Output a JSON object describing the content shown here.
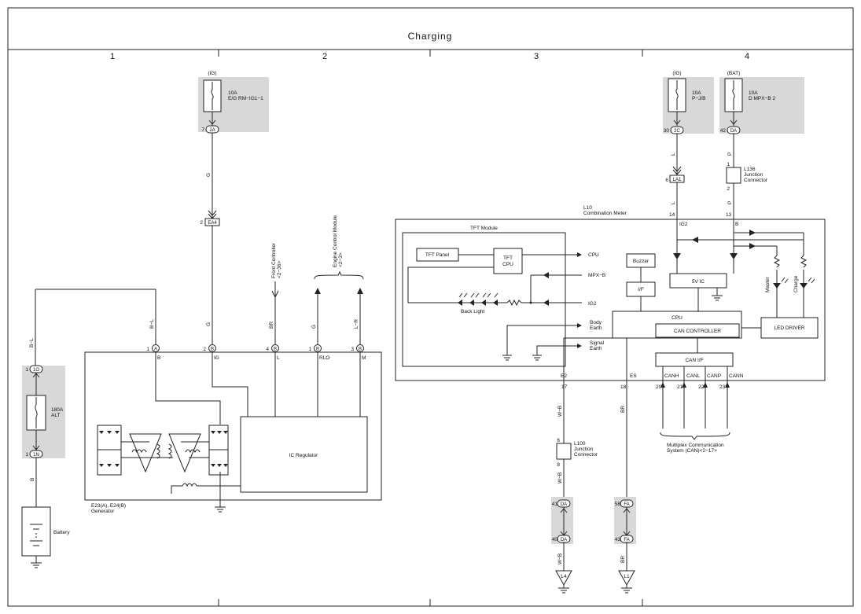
{
  "title": "Charging",
  "zones": [
    "1",
    "2",
    "3",
    "4"
  ],
  "fuses": {
    "ig1": {
      "src": "(IG)",
      "amp": "10A",
      "name": "E/G RM−IG1−1",
      "pin": "7",
      "conn": "2A"
    },
    "ig2": {
      "src": "(IG)",
      "amp": "10A",
      "name": "P−J/B",
      "pin": "30",
      "conn": "2C"
    },
    "bat": {
      "src": "(BAT)",
      "amp": "10A",
      "name": "D MPX−B 2",
      "pin": "42",
      "conn": "DA"
    },
    "alt": {
      "amp": "180A",
      "name": "ALT",
      "pin_top": "1",
      "conn_top": "1O",
      "pin_bot": "1",
      "conn_bot": "1N"
    }
  },
  "wires": {
    "g1": "G",
    "g2": "G",
    "bl1": "B−L",
    "bl2": "B−L",
    "br": "BR",
    "g3": "G",
    "lr": "L−R",
    "b": "B",
    "l1": "L",
    "l2": "L",
    "p1": "P",
    "p2": "P",
    "wb1": "W−B",
    "wb2": "W−B",
    "wb3": "W−B",
    "br2": "BR",
    "br3": "BR"
  },
  "ea4": {
    "pin": "2",
    "conn": "EA4"
  },
  "la1": {
    "pin": "6",
    "conn": "LA1"
  },
  "l136": {
    "pin_top": "1",
    "pin_bot": "2",
    "label": "L136",
    "sub1": "Junction",
    "sub2": "Connector"
  },
  "l100": {
    "pin_top": "6",
    "pin_bot": "8",
    "label": "L100",
    "sub1": "Junction",
    "sub2": "Connector"
  },
  "fc_label": "Front Controller",
  "fc_ref": "<2−36>",
  "ecm_label": "Engine Control Module",
  "ecm_ref": "<2−3>",
  "generator": {
    "pins": [
      {
        "n": "1",
        "c": "A",
        "lbl": "B"
      },
      {
        "n": "2",
        "c": "B",
        "lbl": "IG"
      },
      {
        "n": "4",
        "c": "B",
        "lbl": "L"
      },
      {
        "n": "1",
        "c": "B",
        "lbl": "RLO"
      },
      {
        "n": "3",
        "c": "B",
        "lbl": "M"
      }
    ],
    "regulator": "IC Regulator",
    "name1": "E23(A), E24(B)",
    "name2": "Generator"
  },
  "battery": "Battery",
  "meter": {
    "id": "L10",
    "name": "Combination Meter",
    "pin_ig2": "14",
    "pin_b": "13",
    "lbl_ig2": "IG2",
    "lbl_b": "B",
    "tft_module": "TFT Module",
    "tft_panel": "TFT Panel",
    "tft_cpu1": "TFT",
    "tft_cpu2": "CPU",
    "cpu_out": "CPU",
    "mpxb": "MPX−B",
    "ig2_in": "IG2",
    "backlight": "Back Light",
    "body_earth1": "Body",
    "body_earth2": "Earth",
    "signal_earth1": "Signal",
    "signal_earth2": "Earth",
    "buzzer": "Buzzer",
    "if": "I/F",
    "ic5v": "5V IC",
    "cpu": "CPU",
    "can_ctrl": "CAN CONTROLLER",
    "can_if": "CAN I/F",
    "master": "Master",
    "charge": "Charge",
    "led_driver": "LED DRIVER",
    "e2": "E2",
    "es": "ES",
    "e2_pin": "17",
    "es_pin": "18",
    "canh": "CANH",
    "canl": "CANL",
    "canp": "CANP",
    "cann": "CANN",
    "can_pins": [
      "20",
      "21",
      "22",
      "23"
    ]
  },
  "mpx_label1": "Multiplex Communication",
  "mpx_label2": "System (CAN)<2−17>",
  "da": {
    "pin_top": "41",
    "conn": "DA",
    "pin_bot": "40"
  },
  "fa": {
    "pin_top": "58",
    "conn": "FA",
    "pin_bot": "43"
  },
  "grounds": {
    "l4": "L4",
    "l1": "L1"
  }
}
